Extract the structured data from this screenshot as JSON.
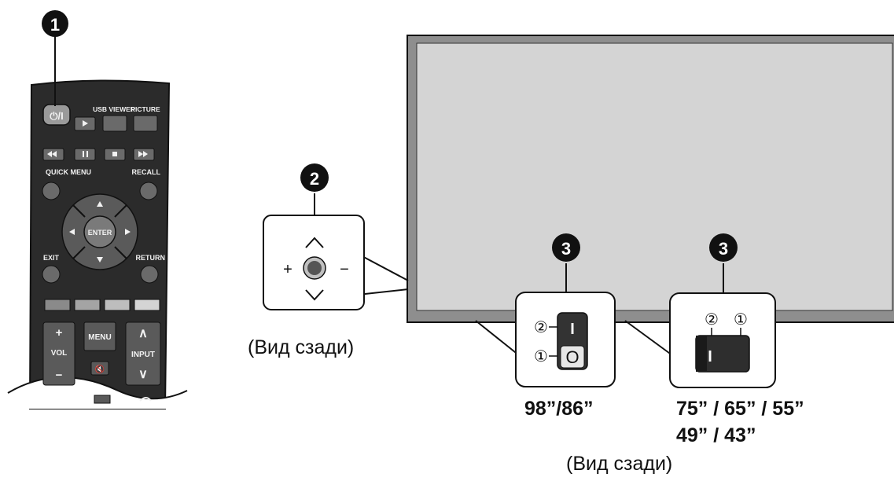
{
  "callouts": {
    "one": "1",
    "two": "2",
    "three_a": "3",
    "three_b": "3"
  },
  "remote": {
    "power_label": "⏻/I",
    "usb_viewer_label": "USB VIEWER",
    "picture_label": "PICTURE",
    "quick_menu_label": "QUICK MENU",
    "recall_label": "RECALL",
    "enter_label": "ENTER",
    "exit_label": "EXIT",
    "return_label": "RETURN",
    "vol_label": "VOL",
    "vol_plus": "+",
    "vol_minus": "−",
    "menu_label": "MENU",
    "input_label": "INPUT",
    "input_up": "∧",
    "input_down": "∨",
    "mute_symbol": "🔇"
  },
  "joystick": {
    "plus": "+",
    "minus": "−"
  },
  "switches": {
    "a": {
      "mark_two": "②",
      "mark_one": "①",
      "on_symbol": "I",
      "off_symbol": "O"
    },
    "b": {
      "mark_two": "②",
      "mark_one": "①",
      "on_symbol": "I"
    }
  },
  "captions": {
    "rear_view_left": "(Вид сзади)",
    "size_large": "98”/86”",
    "size_small_line1": "75” / 65” / 55”",
    "size_small_line2": "49” / 43”",
    "rear_view_bottom": "(Вид сзади)"
  }
}
